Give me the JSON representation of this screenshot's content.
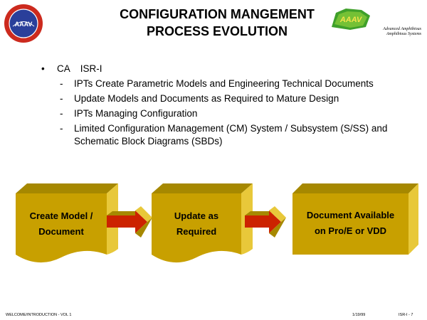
{
  "header": {
    "title_line1": "CONFIGURATION MANGEMENT",
    "title_line2": "PROCESS EVOLUTION",
    "left_logo_text": "AAAV",
    "right_logo_text": "AAAV",
    "right_logo_caption_line1": "Advanced Amphibious",
    "right_logo_caption_line2": "Amphibious Systems"
  },
  "bullets": {
    "main_marker": "•",
    "main_label": "CA",
    "main_value": "ISR-I",
    "sub_marker": "-",
    "items": [
      "IPTs Create Parametric Models and Engineering Technical Documents",
      "Update Models and Documents as Required to Mature Design",
      "IPTs Managing Configuration",
      "Limited Configuration Management (CM) System / Subsystem (S/SS) and Schematic Block Diagrams (SBDs)"
    ]
  },
  "flow": {
    "step1_line1": "Create Model /",
    "step1_line2": "Document",
    "step2_line1": "Update as",
    "step2_line2": "Required",
    "step3_line1": "Document Available",
    "step3_line2": "on Pro/E or VDD"
  },
  "footer": {
    "left": "WELCOME/INTRODUCTION - VOL 1",
    "date": "1/19/99",
    "page": "ISR-I - 7"
  },
  "colors": {
    "box_face": "#c8a000",
    "box_side": "#e8c83a",
    "box_top": "#a68800",
    "arrow": "#cc2200",
    "logo_red": "#cc2a1e",
    "logo_green": "#3fa02a"
  }
}
